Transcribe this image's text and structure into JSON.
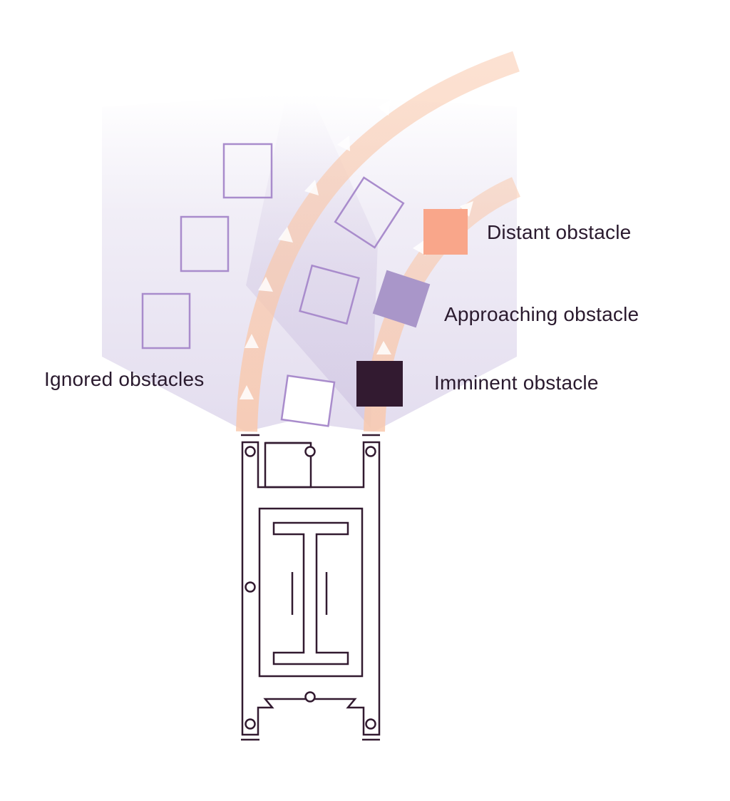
{
  "legend": {
    "distant": {
      "label": "Distant obstacle",
      "color": "#f9a68a"
    },
    "approaching": {
      "label": "Approaching obstacle",
      "color": "#a996c9"
    },
    "imminent": {
      "label": "Imminent obstacle",
      "color": "#321a30"
    }
  },
  "ignored_label": "Ignored obstacles",
  "colors": {
    "sensor_field": "#b9aad6",
    "path": "#f9c9ad",
    "arrow": "#ffffff",
    "outline_obstacle": "#a98ccc",
    "robot": "#321a30",
    "background": "#ffffff"
  }
}
